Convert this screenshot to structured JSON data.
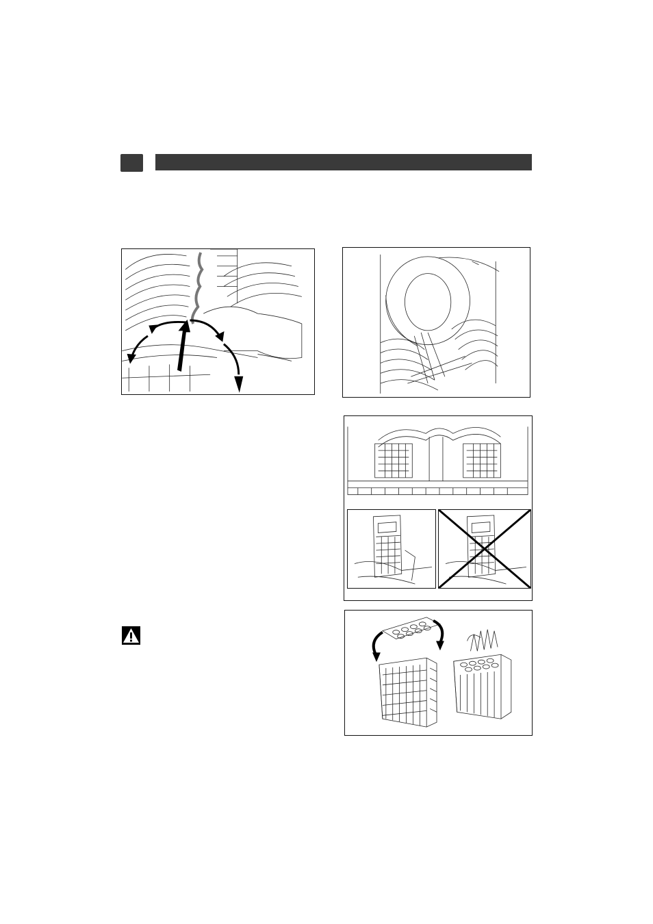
{
  "page": {
    "page_number": "",
    "section_title": ""
  },
  "figures": [
    {
      "name": "fold-down-plate-support-illustration",
      "icons": [
        "rack-prongs",
        "hand",
        "curved-arrows"
      ]
    },
    {
      "name": "plate-loaded-in-upper-rack-illustration",
      "icons": [
        "plate",
        "rack-wires"
      ]
    },
    {
      "name": "cutlery-basket-placement-illustration",
      "icons": [
        "rack",
        "cutlery-baskets",
        "correct-position",
        "wrong-position-cross"
      ]
    },
    {
      "name": "cutlery-basket-grid-illustration",
      "icons": [
        "basket",
        "lid",
        "curved-arrows"
      ]
    }
  ],
  "icons": {
    "warning": "warning-triangle-icon"
  },
  "colors": {
    "header_bar": "#3a3a3a",
    "line_art": "#111111"
  }
}
